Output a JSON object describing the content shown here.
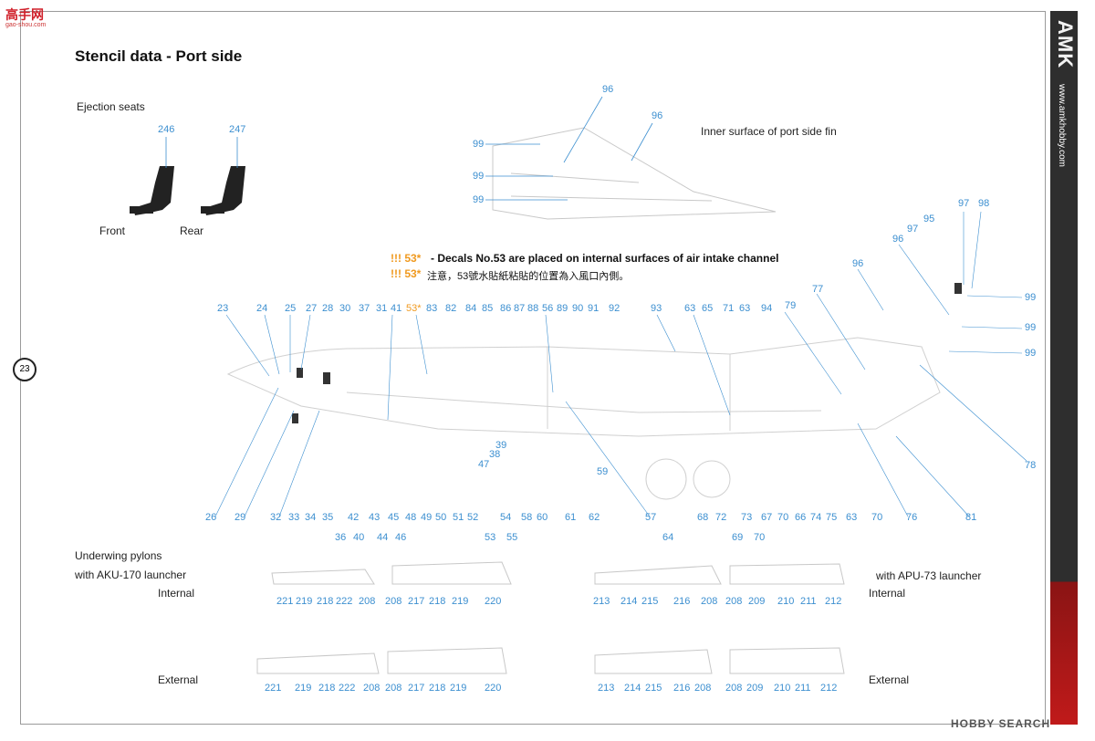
{
  "page": {
    "title": "Stencil data - Port side",
    "brand": "AMK",
    "website": "www.amkhobby.com",
    "page_number": "23",
    "site_logo": "高手网",
    "site_logo_sub": "gao-shou.com",
    "watermark": "HOBBY SEARCH"
  },
  "ejection_seats": {
    "label": "Ejection seats",
    "front_num": "246",
    "rear_num": "247",
    "front_label": "Front",
    "rear_label": "Rear"
  },
  "fin": {
    "label": "Inner surface of port side fin",
    "nums": [
      "96",
      "96",
      "99",
      "99",
      "99"
    ]
  },
  "notes": {
    "mark1": "!!! 53*",
    "text1": "- Decals No.53 are placed on internal surfaces of air intake channel",
    "mark2": "!!! 53*",
    "text2": "注意，53號水貼紙粘貼的位置為入風口內側。"
  },
  "fuselage": {
    "top_row": [
      "23",
      "24",
      "25",
      "27",
      "28",
      "30",
      "37",
      "31",
      "41",
      "53*",
      "83",
      "82",
      "84",
      "85",
      "86",
      "87",
      "88",
      "56",
      "89",
      "90",
      "91",
      "92",
      "93",
      "63",
      "65",
      "71",
      "63",
      "94",
      "79",
      "77",
      "96",
      "96",
      "97",
      "95",
      "97",
      "98"
    ],
    "right_col": [
      "99",
      "99",
      "99",
      "78"
    ],
    "mid_right": [
      "39",
      "38",
      "47",
      "59"
    ],
    "bottom_row1": [
      "26",
      "29",
      "32",
      "33",
      "34",
      "35",
      "42",
      "43",
      "45",
      "48",
      "49",
      "50",
      "51",
      "52",
      "54",
      "58",
      "60",
      "61",
      "62",
      "57",
      "68",
      "72",
      "73",
      "67",
      "70",
      "66",
      "74",
      "75",
      "63",
      "70",
      "76",
      "81"
    ],
    "bottom_row2": [
      "36",
      "40",
      "44",
      "46",
      "53",
      "55",
      "64",
      "69",
      "70"
    ]
  },
  "pylons": {
    "left_label1": "Underwing pylons",
    "left_label2": "with AKU-170 launcher",
    "right_label": "with APU-73 launcher",
    "internal": "Internal",
    "external": "External",
    "akuinternal": [
      "221",
      "219",
      "218",
      "222",
      "208",
      "208",
      "217",
      "218",
      "219",
      "220"
    ],
    "apuinternal": [
      "213",
      "214",
      "215",
      "216",
      "208",
      "208",
      "209",
      "210",
      "211",
      "212"
    ],
    "akuexternal": [
      "221",
      "219",
      "218",
      "222",
      "208",
      "208",
      "217",
      "218",
      "219",
      "220"
    ],
    "apuexternal": [
      "213",
      "214",
      "215",
      "216",
      "208",
      "208",
      "209",
      "210",
      "211",
      "212"
    ]
  }
}
